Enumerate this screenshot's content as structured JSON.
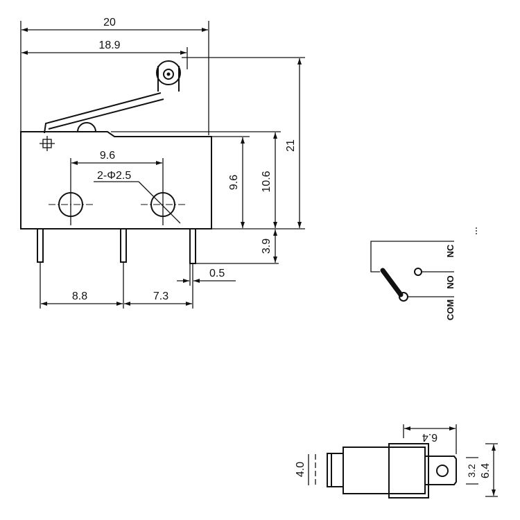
{
  "dimensions": {
    "overall_width": "20",
    "roller_offset": "18.9",
    "hole_spacing": "9.6",
    "hole_spec": "2-Φ2.5",
    "body_height": "9.6",
    "body_height_step": "10.6",
    "total_height": "21",
    "pin_length": "3.9",
    "pin_thickness": "0.5",
    "pin_spacing_left": "8.8",
    "pin_spacing_right": "7.3"
  },
  "schematic": {
    "nc_label": "NC",
    "no_label": "NO",
    "com_label": "COM"
  },
  "bottom_view": {
    "terminal_length": "6.4",
    "width_left": "4.0",
    "terminal_width": "3.2",
    "overall_width": "6.4"
  }
}
